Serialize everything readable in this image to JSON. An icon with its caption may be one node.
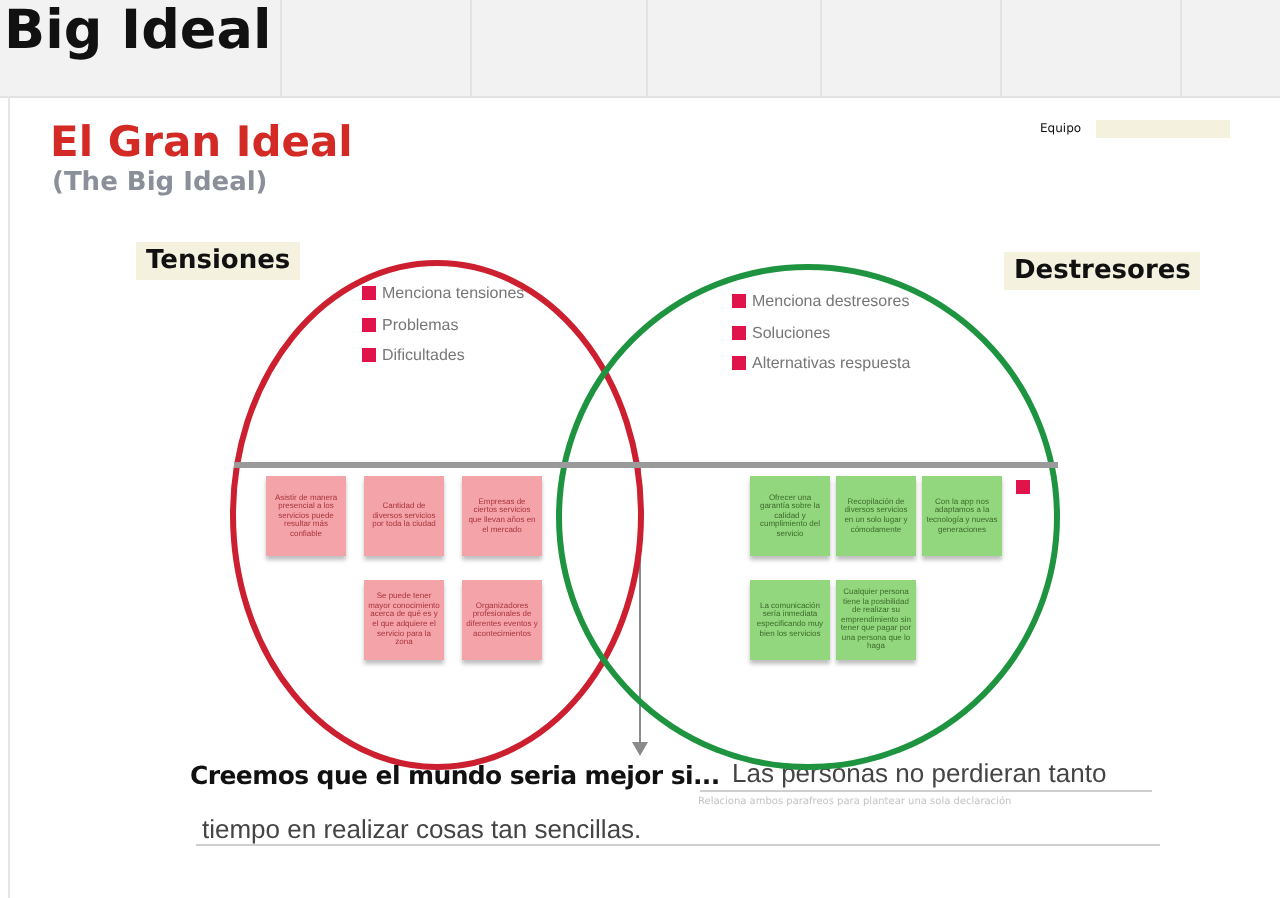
{
  "diagram": {
    "title": "El Gran Ideal",
    "nodes": [
      {
        "text": [
          "Tensiones",
          "Menciona tensiones",
          "Problemas",
          "Dificultades"
        ]
      },
      {
        "text": [
          "Asistir de manera presencial a los servicios puede resultar más confiable"
        ],
        "in": 0
      },
      {
        "text": [
          "Cantidad de diversos servicios por toda la ciudad"
        ],
        "in": 0
      },
      {
        "text": [
          "Empresas de ciertos servicios que llevan años en el mercado"
        ],
        "in": 0
      },
      {
        "text": [
          "Se puede tener mayor conocimiento acerca de qué es y el que adquiere el servicio para la zona"
        ],
        "in": 0
      },
      {
        "text": [
          "Organizadores profesionales de diferentes eventos y acontecimientos"
        ],
        "in": 0
      },
      {
        "text": [
          "Destresores",
          "Menciona destresores",
          "Soluciones",
          "Alternativas respuesta"
        ]
      },
      {
        "text": [
          "Ofrecer una garantía sobre la calidad y cumplimiento del servicio"
        ],
        "in": 6
      },
      {
        "text": [
          "Recopilación de diversos servicios en un solo lugar y cómodamente"
        ],
        "in": 6
      },
      {
        "text": [
          "Con la app nos adaptamos a la tecnología y nuevas generaciones"
        ],
        "in": 6
      },
      {
        "text": [
          "La comunicación sería inmediata especificando muy bien los servicios"
        ],
        "in": 6
      },
      {
        "text": [
          "Cualquier persona tiene la posibilidad de realizar su emprendimiento sin tener que pagar por una persona que lo haga"
        ],
        "in": 6
      },
      {
        "text": [],
        "shape": "bar"
      },
      {
        "text": [
          "Creemos que el mundo seria mejor si..."
        ]
      }
    ],
    "edges": [
      {
        "from": 12,
        "to": 13,
        "arrow": "to",
        "color": "#8a8a8a"
      }
    ],
    "labels": [
      "Big Ideal",
      "(The Big Ideal)",
      "Equipo",
      "Las personas no perdieran tanto",
      "Relaciona ambos parafreos para plantear una sola declaración",
      "tiempo en realizar cosas tan sencillas."
    ]
  }
}
